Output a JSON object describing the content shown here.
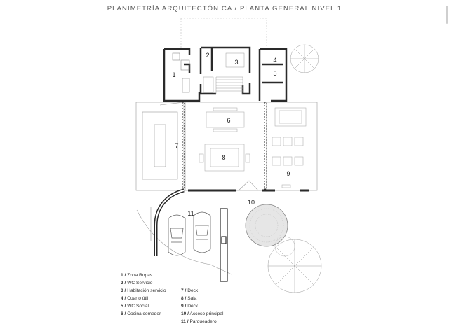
{
  "title": "PLANIMETRÍA ARQUITECTÓNICA / PLANTA GENERAL NIVEL 1",
  "room_labels": [
    "1",
    "2",
    "3",
    "4",
    "5",
    "6",
    "7",
    "8",
    "9",
    "10",
    "11"
  ],
  "legend_col1": [
    {
      "num": "1 /",
      "name": "Zona Ropas"
    },
    {
      "num": "2 /",
      "name": "WC Servicio"
    },
    {
      "num": "3 /",
      "name": "Habitación servicio"
    },
    {
      "num": "4 /",
      "name": "Cuarto útil"
    },
    {
      "num": "5 /",
      "name": "WC Social"
    },
    {
      "num": "6 /",
      "name": "Cocina comedor"
    }
  ],
  "legend_col2": [
    {
      "num": "7 /",
      "name": "Deck"
    },
    {
      "num": "8 /",
      "name": "Sala"
    },
    {
      "num": "9 /",
      "name": "Deck"
    },
    {
      "num": "10 /",
      "name": "Acceso principal"
    },
    {
      "num": "11 /",
      "name": "Parqueadero"
    }
  ],
  "colors": {
    "wall": "#2a2a2a",
    "line": "#9a9a9a",
    "light": "#c8c8c8",
    "text": "#333333"
  }
}
